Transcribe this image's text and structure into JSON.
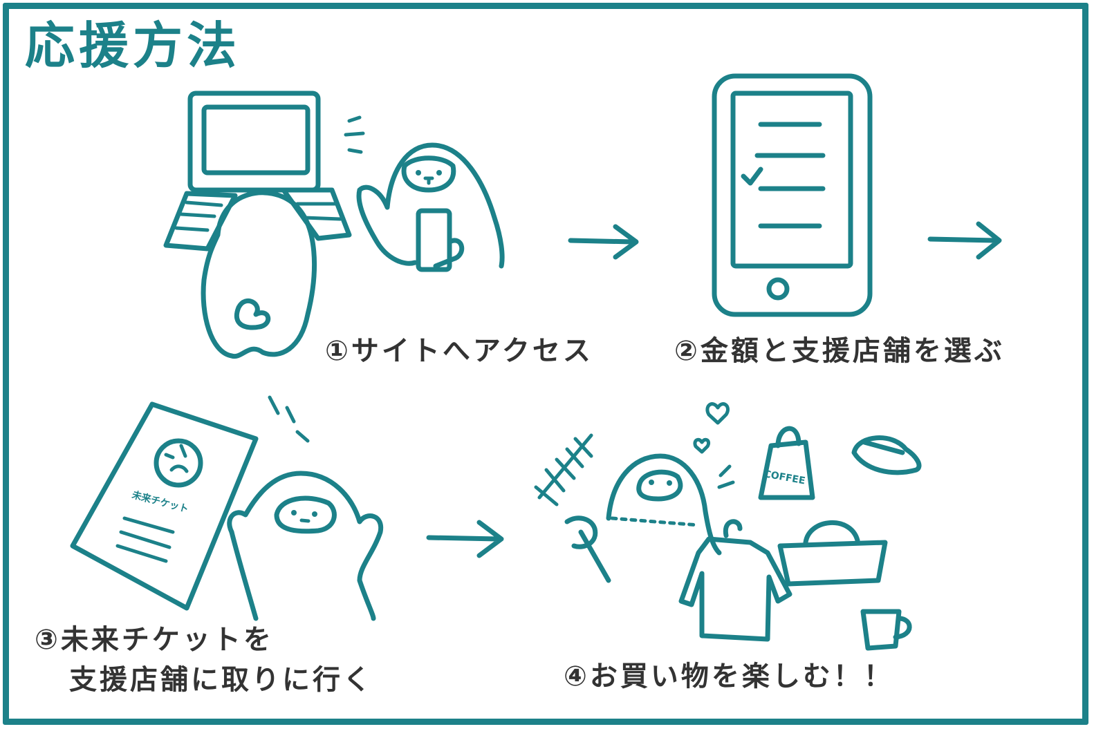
{
  "title": "応援方法",
  "steps": [
    {
      "label": "①サイトへアクセス"
    },
    {
      "label": "②金額と支援店舗を選ぶ"
    },
    {
      "label_line1": "③未来チケットを",
      "label_line2": "支援店舗に取りに行く"
    },
    {
      "label": "④お買い物を楽しむ！！"
    }
  ],
  "illustration_text": {
    "ticket": "未来チケット",
    "coffee_bag": "COFFEE"
  },
  "colors": {
    "accent": "#1c8189",
    "text": "#333333"
  },
  "icons": [
    "laptop-icon",
    "tablet-icon",
    "arrow-right-icon",
    "ticket-icon",
    "shopping-icon"
  ]
}
